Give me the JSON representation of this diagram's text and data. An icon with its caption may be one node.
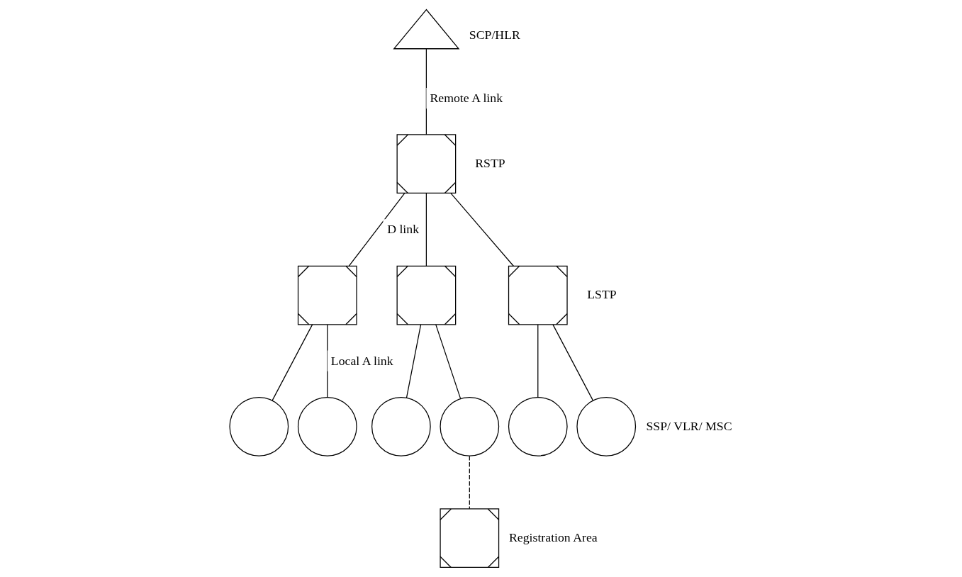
{
  "diagram": {
    "nodes": [
      {
        "text": [],
        "shape": "triangle",
        "beside": [
          "SCP/HLR"
        ]
      },
      {
        "text": [],
        "shape": "box",
        "beside": [
          "RSTP"
        ]
      },
      {
        "text": [],
        "shape": "box"
      },
      {
        "text": [],
        "shape": "box"
      },
      {
        "text": [],
        "shape": "box",
        "beside": [
          "LSTP"
        ]
      },
      {
        "text": [],
        "shape": "circle"
      },
      {
        "text": [],
        "shape": "circle"
      },
      {
        "text": [],
        "shape": "circle"
      },
      {
        "text": [],
        "shape": "circle"
      },
      {
        "text": [],
        "shape": "circle"
      },
      {
        "text": [],
        "shape": "circle",
        "beside": [
          "SSP/ VLR/ MSC"
        ]
      },
      {
        "text": [],
        "shape": "box",
        "beside": [
          "Registration Area"
        ]
      }
    ],
    "edges": [
      {
        "from": 0,
        "to": 1,
        "arrow": "none",
        "label": "Remote A link"
      },
      {
        "from": 1,
        "to": 2,
        "arrow": "none",
        "label": "D link"
      },
      {
        "from": 1,
        "to": 3,
        "arrow": "none"
      },
      {
        "from": 1,
        "to": 4,
        "arrow": "none"
      },
      {
        "from": 2,
        "to": 5,
        "arrow": "none"
      },
      {
        "from": 2,
        "to": 6,
        "arrow": "none",
        "label": "Local A link"
      },
      {
        "from": 3,
        "to": 7,
        "arrow": "none"
      },
      {
        "from": 3,
        "to": 8,
        "arrow": "none"
      },
      {
        "from": 4,
        "to": 9,
        "arrow": "none"
      },
      {
        "from": 4,
        "to": 10,
        "arrow": "none"
      },
      {
        "from": 8,
        "to": 11,
        "arrow": "none",
        "style": "dashed"
      }
    ]
  }
}
